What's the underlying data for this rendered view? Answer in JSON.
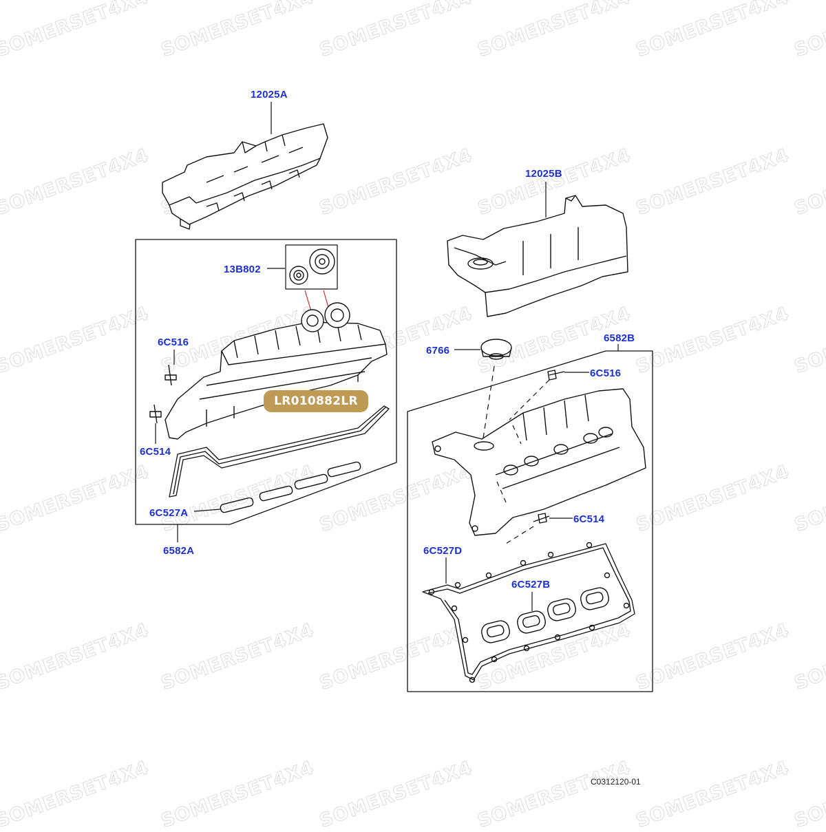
{
  "callouts": {
    "c12025A": "12025A",
    "c12025B": "12025B",
    "c13B802": "13B802",
    "c6C516_left": "6C516",
    "c6C514_left": "6C514",
    "c6C527A": "6C527A",
    "c6582A": "6582A",
    "c6766": "6766",
    "c6582B": "6582B",
    "c6C516_right": "6C516",
    "c6C514_right": "6C514",
    "c6C527D": "6C527D",
    "c6C527B": "6C527B"
  },
  "part_badge": "LR010882LR",
  "diagram_ref": "C0312120-01",
  "watermark": "SOMERSET4X4",
  "colors": {
    "callout_text": "#1a2fd6",
    "badge_bg": "#bf9a55",
    "badge_text": "#ffffff",
    "line": "#111111",
    "leader_red": "#d22b2b",
    "watermark": "#dcdcdc"
  }
}
